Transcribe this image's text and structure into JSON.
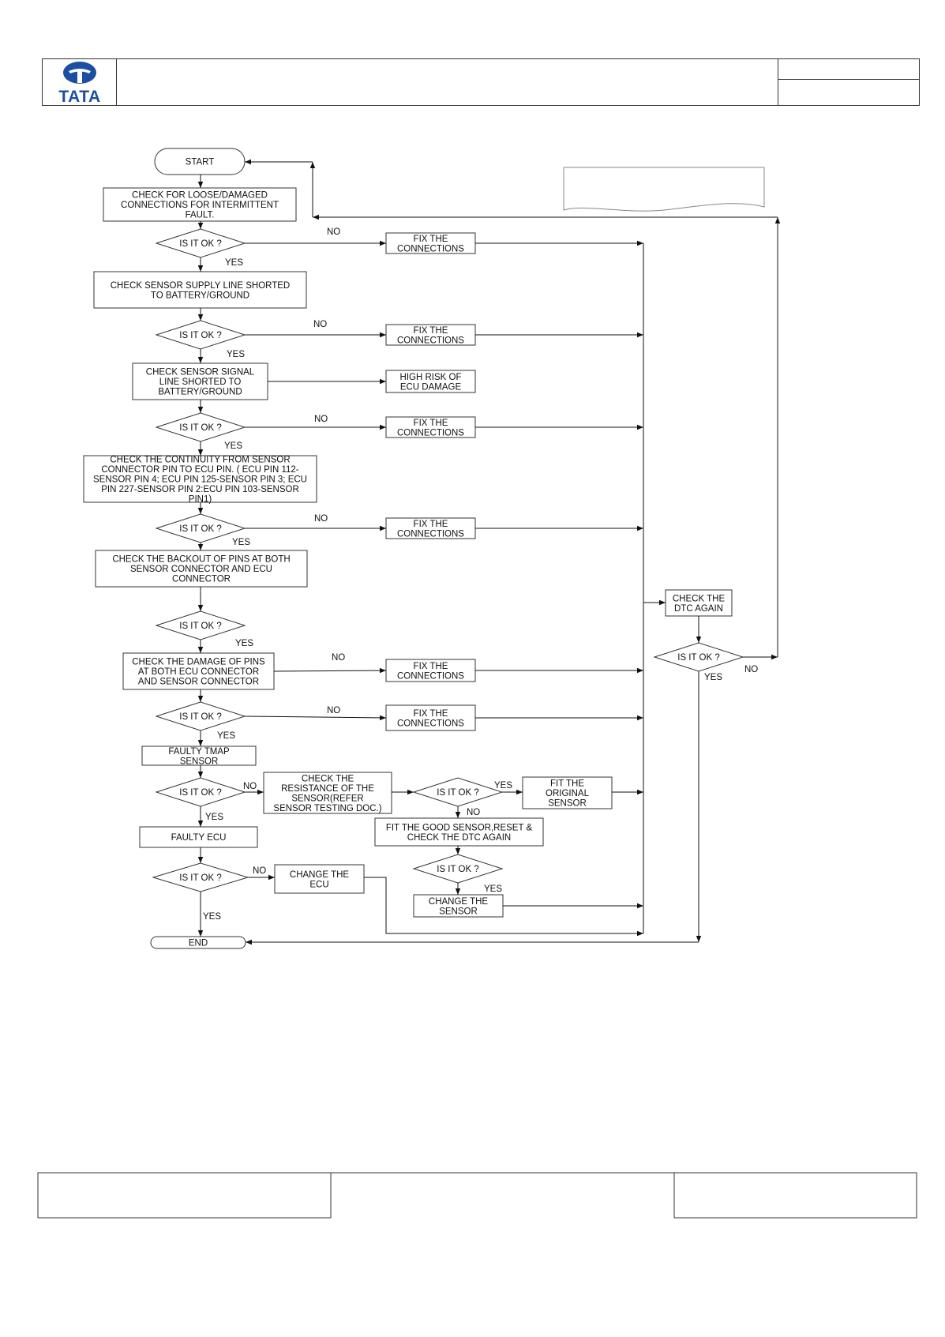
{
  "header": {
    "logo_text": "TATA"
  },
  "flowchart": {
    "start": "START",
    "end": "END",
    "decision": "IS IT OK ?",
    "yes": "YES",
    "no": "NO",
    "step1": [
      "CHECK FOR LOOSE/DAMAGED",
      "CONNECTIONS FOR INTERMITTENT",
      "FAULT."
    ],
    "step2": [
      "CHECK SENSOR SUPPLY LINE SHORTED",
      "TO BATTERY/GROUND"
    ],
    "step3": [
      "CHECK SENSOR SIGNAL",
      "LINE SHORTED TO",
      "BATTERY/GROUND"
    ],
    "step4": [
      "CHECK THE  CONTINUITY FROM SENSOR",
      "CONNECTOR PIN TO ECU PIN. ( ECU PIN 112-",
      "SENSOR PIN 4; ECU PIN 125-SENSOR PIN 3; ECU",
      "PIN 227-SENSOR PIN 2:ECU PIN 103-SENSOR",
      "PIN1)"
    ],
    "step5": [
      "CHECK THE BACKOUT OF PINS AT BOTH",
      "SENSOR CONNECTOR AND ECU",
      "CONNECTOR"
    ],
    "step6": [
      "CHECK THE DAMAGE OF PINS",
      "AT BOTH ECU CONNECTOR",
      "AND SENSOR CONNECTOR"
    ],
    "faulty_tmap": [
      "FAULTY  TMAP",
      "SENSOR"
    ],
    "faulty_ecu": [
      "FAULTY ECU"
    ],
    "fix": [
      "FIX THE",
      "CONNECTIONS"
    ],
    "high_risk": [
      "HIGH RISK OF",
      "ECU DAMAGE"
    ],
    "check_resistance": [
      "CHECK THE",
      "RESISTANCE OF THE",
      "SENSOR(REFER",
      "SENSOR TESTING DOC.)"
    ],
    "fit_original": [
      "FIT THE",
      "ORIGINAL",
      "SENSOR"
    ],
    "fit_good": [
      "FIT THE GOOD SENSOR,RESET &",
      "CHECK THE DTC AGAIN"
    ],
    "change_sensor": [
      "CHANGE THE",
      "SENSOR"
    ],
    "change_ecu": [
      "CHANGE THE",
      "ECU"
    ],
    "check_dtc": [
      "CHECK THE",
      "DTC AGAIN"
    ]
  }
}
